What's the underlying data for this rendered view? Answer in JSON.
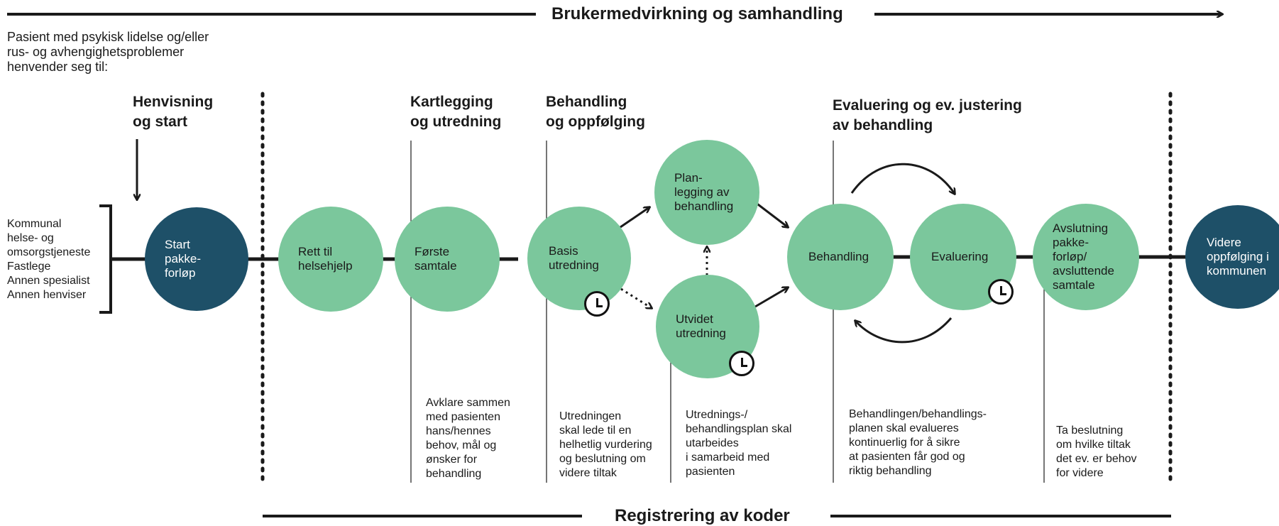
{
  "top_banner": "Brukermedvirkning og samhandling",
  "bottom_banner": "Registrering av koder",
  "intro": [
    "Pasient med psykisk lidelse og/eller",
    "rus- og avhengighetsproblemer",
    "henvender seg til:"
  ],
  "referrers": [
    "Kommunal",
    "helse- og",
    "omsorgstjeneste",
    "Fastlege",
    "Annen spesialist",
    "Annen henviser"
  ],
  "phases": {
    "henvisning": [
      "Henvisning",
      "og start"
    ],
    "kartlegging": [
      "Kartlegging",
      "og utredning"
    ],
    "behandling": [
      "Behandling",
      "og oppfølging"
    ],
    "evaluering": [
      "Evaluering og ev. justering",
      "av behandling"
    ]
  },
  "nodes": {
    "start": [
      "Start",
      "pakke-",
      "forløp"
    ],
    "rett": [
      "Rett til",
      "helsehjelp"
    ],
    "forste": [
      "Første",
      "samtale"
    ],
    "basis": [
      "Basis",
      "utredning"
    ],
    "planlegging": [
      "Plan-",
      "legging av",
      "behandling"
    ],
    "utvidet": [
      "Utvidet",
      "utredning"
    ],
    "behandling": [
      "Behandling"
    ],
    "evaluering": [
      "Evaluering"
    ],
    "avslutning": [
      "Avslutning",
      "pakke-",
      "forløp/",
      "avsluttende",
      "samtale"
    ],
    "videre": [
      "Videre",
      "oppfølging i",
      "kommunen"
    ]
  },
  "descriptions": {
    "forste": [
      "Avklare sammen",
      "med pasienten",
      "hans/hennes",
      "behov, mål og",
      "ønsker for",
      "behandling"
    ],
    "basis": [
      "Utredningen",
      "skal lede til en",
      "helhetlig vurdering",
      "og beslutning om",
      "videre tiltak"
    ],
    "utvidet": [
      "Utrednings-/",
      "behandlingsplan skal",
      "utarbeides",
      "i samarbeid med",
      "pasienten"
    ],
    "behandling": [
      "Behandlingen/behandlings-",
      "planen skal evalueres",
      "kontinuerlig for å sikre",
      "at pasienten får god og",
      "riktig behandling"
    ],
    "avslutning": [
      "Ta beslutning",
      "om hvilke tiltak",
      "det ev. er behov",
      "for videre"
    ]
  },
  "icons": [
    "clock-icon",
    "arrow-right-icon",
    "arrow-down-icon",
    "curved-arrow-icon",
    "bracket-icon"
  ],
  "colors": {
    "green": "#7bc79c",
    "blue": "#1e5068",
    "line": "#1a1a1a"
  }
}
